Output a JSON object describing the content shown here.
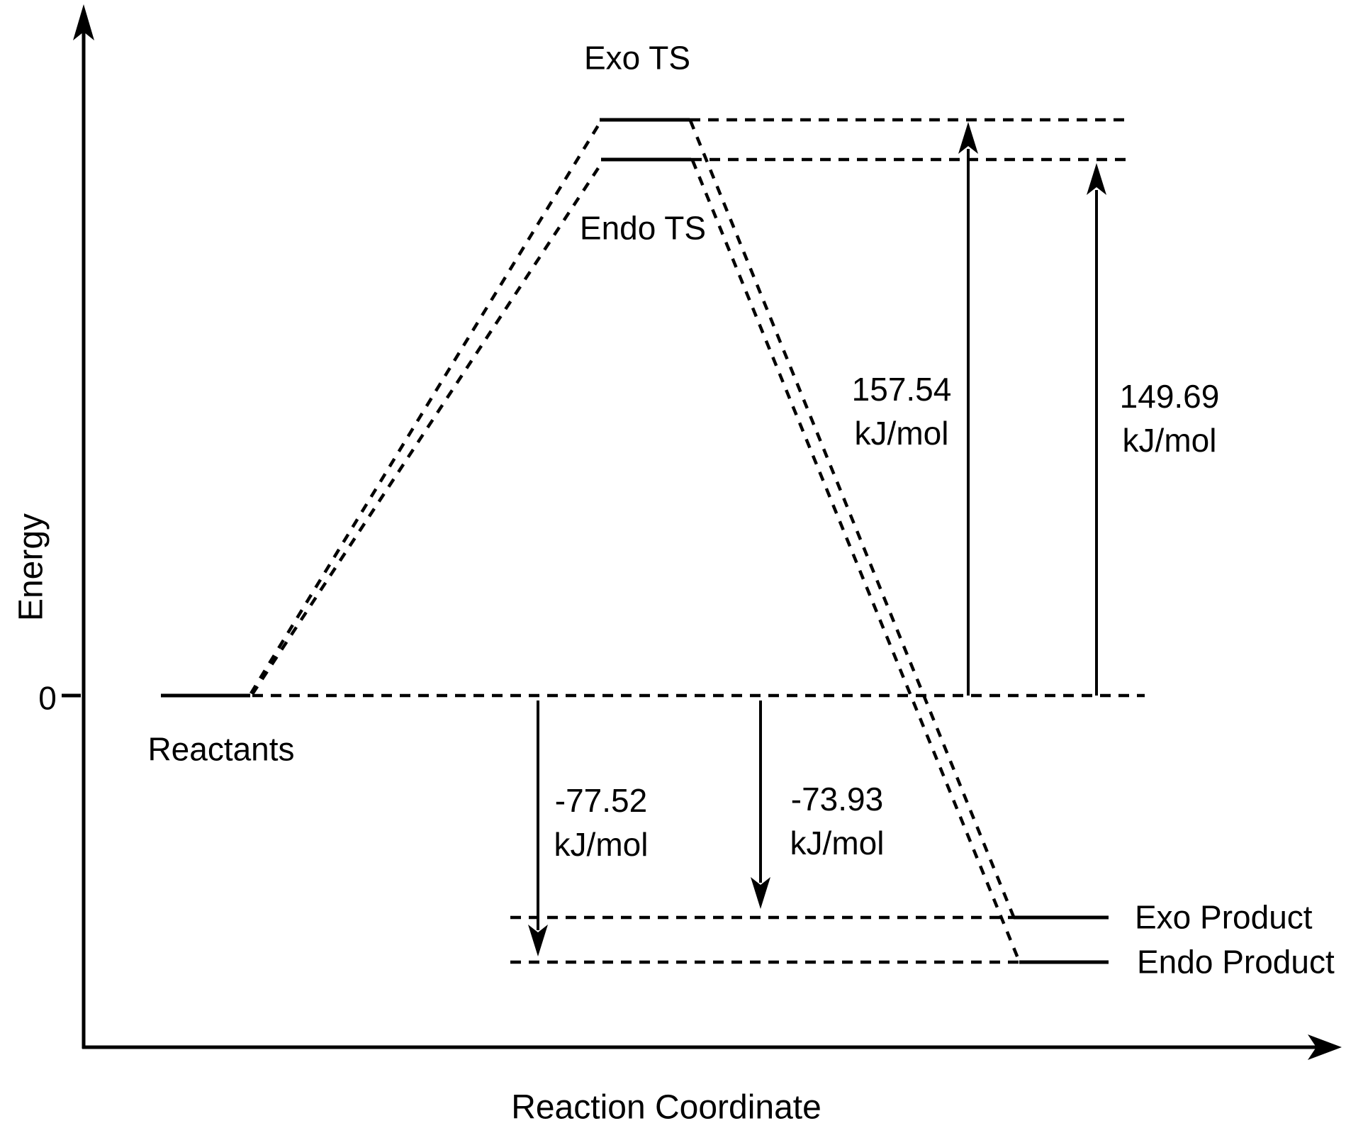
{
  "axes": {
    "y_label": "Energy",
    "x_label": "Reaction Coordinate",
    "zero_tick": "0"
  },
  "levels": {
    "reactants": "Reactants",
    "exo_ts": "Exo TS",
    "endo_ts": "Endo TS",
    "exo_product": "Exo Product",
    "endo_product": "Endo Product"
  },
  "annotations": {
    "exo_barrier": {
      "value": "157.54",
      "unit": "kJ/mol"
    },
    "endo_barrier": {
      "value": "149.69",
      "unit": "kJ/mol"
    },
    "endo_release": {
      "value": "-77.52",
      "unit": "kJ/mol"
    },
    "exo_release": {
      "value": "-73.93",
      "unit": "kJ/mol"
    }
  },
  "colors": {
    "ink": "#000000",
    "background": "#ffffff"
  },
  "chart_data": {
    "type": "line",
    "subtype": "energy-level-diagram",
    "title": "",
    "xlabel": "Reaction Coordinate",
    "ylabel": "Energy",
    "y_tick_labels": [
      "0"
    ],
    "units": "kJ/mol",
    "grid": false,
    "legend": false,
    "levels": [
      {
        "name": "Reactants",
        "energy": 0
      },
      {
        "name": "Exo TS",
        "energy": 157.54
      },
      {
        "name": "Endo TS",
        "energy": 149.69
      },
      {
        "name": "Exo Product",
        "energy": -73.93
      },
      {
        "name": "Endo Product",
        "energy": -77.52
      }
    ],
    "pathways": [
      {
        "name": "Exo",
        "sequence": [
          "Reactants",
          "Exo TS",
          "Exo Product"
        ]
      },
      {
        "name": "Endo",
        "sequence": [
          "Reactants",
          "Endo TS",
          "Endo Product"
        ]
      }
    ],
    "arrows": [
      {
        "label": "157.54 kJ/mol",
        "from_level": "Reactants",
        "to_level": "Exo TS",
        "direction": "up"
      },
      {
        "label": "149.69 kJ/mol",
        "from_level": "Reactants",
        "to_level": "Endo TS",
        "direction": "up"
      },
      {
        "label": "-77.52 kJ/mol",
        "from_level": "Reactants",
        "to_level": "Endo Product",
        "direction": "down"
      },
      {
        "label": "-73.93 kJ/mol",
        "from_level": "Reactants",
        "to_level": "Exo Product",
        "direction": "down"
      }
    ],
    "style_notes": "solid black level lines, dashed connectors and extensions, black on white"
  }
}
